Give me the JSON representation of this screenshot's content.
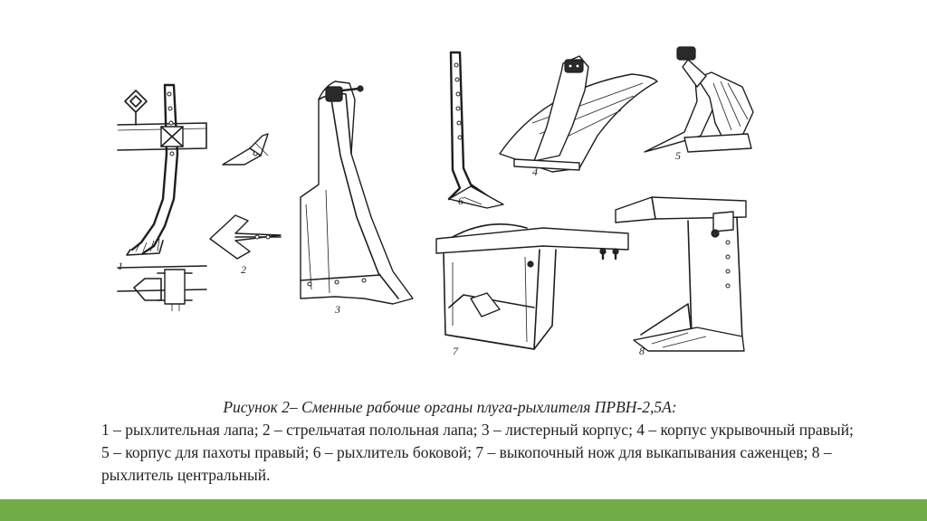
{
  "slide": {
    "caption_title": "Рисунок 2– Сменные рабочие органы плуга-рыхлителя ПРВН-2,5А:",
    "caption_body": "1 – рыхлительная лапа; 2 – стрельчатая полольная лапа; 3 – листерный корпус; 4 – корпус укрывочный правый; 5 – корпус для пахоты правый; 6 – рыхлитель боковой; 7 – выкопочный нож для выкапывания саженцев; 8 – рыхлитель центральный.",
    "accent_color": "#70ad47"
  },
  "figure": {
    "labels": [
      "1",
      "2",
      "3",
      "4",
      "5",
      "6",
      "7",
      "8"
    ]
  }
}
